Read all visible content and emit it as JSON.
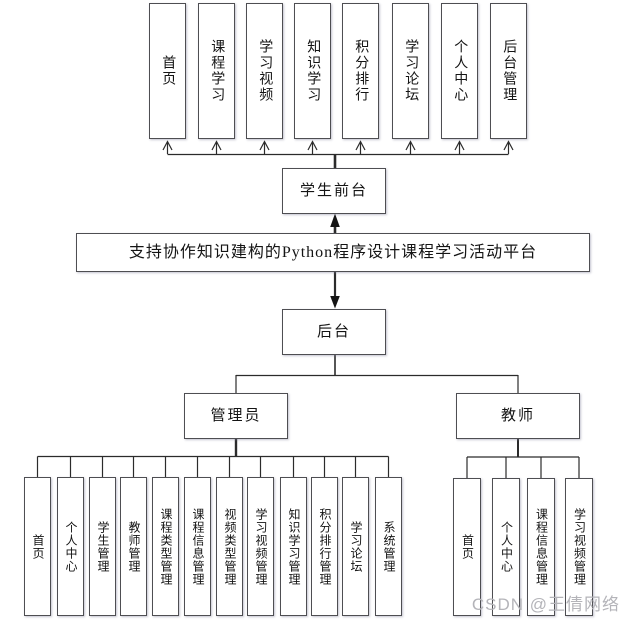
{
  "diagram": {
    "platform_title": "支持协作知识建构的Python程序设计课程学习活动平台",
    "frontend_label": "学生前台",
    "backend_label": "后台",
    "admin_label": "管理员",
    "teacher_label": "教师",
    "frontend_modules": [
      "首页",
      "课程学习",
      "学习视频",
      "知识学习",
      "积分排行",
      "学习论坛",
      "个人中心",
      "后台管理"
    ],
    "admin_modules": [
      "首页",
      "个人中心",
      "学生管理",
      "教师管理",
      "课程类型管理",
      "课程信息管理",
      "视频类型管理",
      "学习视频管理",
      "知识学习管理",
      "积分排行管理",
      "学习论坛",
      "系统管理"
    ],
    "teacher_modules": [
      "首页",
      "个人中心",
      "课程信息管理",
      "学习视频管理"
    ],
    "watermark": "CSDN @王倩网络",
    "colors": {
      "line": "#2b2b2b",
      "box_border": "#4e4e52",
      "watermark": "#b4b4b9"
    }
  }
}
